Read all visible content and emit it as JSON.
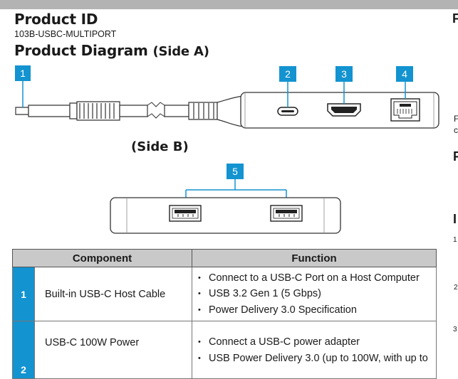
{
  "header": {
    "product_id_heading": "Product ID",
    "product_id_value": "103B-USBC-MULTIPORT",
    "diagram_heading": "Product Diagram",
    "side_a_label": "(Side A)",
    "side_b_label": "(Side B)"
  },
  "callouts": [
    "1",
    "2",
    "3",
    "4",
    "5"
  ],
  "edge_fragments": {
    "top_right": "F",
    "mid_right_1": "F",
    "mid_right_2": "c",
    "mid_right_3": "F",
    "lower_right": "I",
    "step_1": "1",
    "step_2": "2",
    "step_3": "3"
  },
  "table": {
    "headers": [
      "Component",
      "Function"
    ],
    "rows": [
      {
        "num": "1",
        "component": "Built-in USB-C Host Cable",
        "functions": [
          "Connect to a USB-C Port on a Host Computer",
          "USB 3.2 Gen 1 (5 Gbps)",
          "Power Delivery 3.0 Specification"
        ]
      },
      {
        "num": "2",
        "component": "USB-C 100W Power",
        "functions": [
          "Connect a USB-C power adapter",
          "USB Power Delivery 3.0 (up to 100W, with up to"
        ]
      }
    ]
  },
  "colors": {
    "accent": "#1393d0",
    "header_bar": "#b3b3b3",
    "table_header": "#c9c9c9"
  }
}
